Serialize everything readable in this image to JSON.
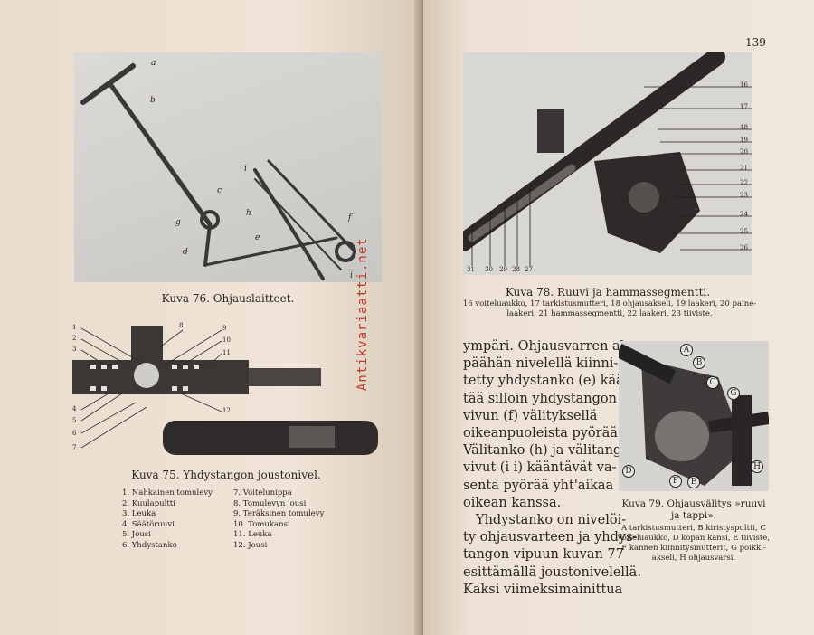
{
  "page_number": "139",
  "watermark": "Antikvariaatti.net",
  "fig76": {
    "caption": "Kuva 76.   Ohjauslaitteet.",
    "labels": [
      "a",
      "b",
      "c",
      "d",
      "e",
      "f",
      "g",
      "h",
      "i",
      "i"
    ]
  },
  "fig75": {
    "caption": "Kuva 75.   Yhdystangon joustonivel.",
    "numbers": [
      "1",
      "2",
      "3",
      "4",
      "5",
      "6",
      "7",
      "8",
      "9",
      "10",
      "11",
      "12"
    ],
    "legend_left": [
      "1. Nahkainen tomulevy",
      "2. Kuulapultti",
      "3. Leuka",
      "4. Säätöruuvi",
      "5. Jousi",
      "6. Yhdystanko"
    ],
    "legend_right": [
      "7. Voitelunippa",
      "8. Tomulevyn jousi",
      "9. Teräksinen tomulevy",
      "10. Tomukansi",
      "11. Leuka",
      "12. Jousi"
    ]
  },
  "fig78": {
    "caption": "Kuva 78.   Ruuvi ja hammassegmentti.",
    "legend_line1": "16 voiteluaukko, 17 tarkistusmutteri, 18 ohjausakseli, 19 laakeri, 20 paine-",
    "legend_line2": "laakeri, 21 hammassegmentti, 22 laakeri, 23 tiiviste.",
    "right_numbers": [
      "16",
      "17",
      "18",
      "19",
      "20",
      "21",
      "22",
      "23",
      "24",
      "25",
      "26"
    ],
    "bottom_numbers": [
      "31",
      "30",
      "29",
      "28",
      "27"
    ]
  },
  "fig79": {
    "caption_line1": "Kuva 79.  Ohjausvälitys »ruuvi",
    "caption_line2": "ja tappi».",
    "legend_lines": [
      "A tarkistusmutteri, B kiristyspultti, C",
      "voiteluaukko, D kopan kansi, E tiiviste,",
      "F kannen kiinnitysmutterit, G poikki-",
      "akseli, H ohjausvarsi."
    ],
    "circle_labels": [
      "A",
      "B",
      "C",
      "G",
      "D",
      "F",
      "E",
      "H"
    ]
  },
  "body": {
    "lines": [
      "ympäri. Ohjausvarren ala-",
      "päähän nivelellä kiinni-",
      "tetty yhdystanko (e) kään-",
      "tää silloin yhdystangon",
      "vivun (f) välityksellä",
      "oikeanpuoleista pyörää.",
      "Välitanko (h) ja välitangon",
      "vivut (i i) kääntävät va-",
      "senta pyörää yht'aikaa",
      "oikean kanssa.",
      "Yhdystanko on nivelöi-",
      "ty ohjausvarteen ja yhdys-",
      "tangon vipuun kuvan 77",
      "esittämällä joustonivelellä.",
      "Kaksi viimeksimainittua"
    ]
  }
}
